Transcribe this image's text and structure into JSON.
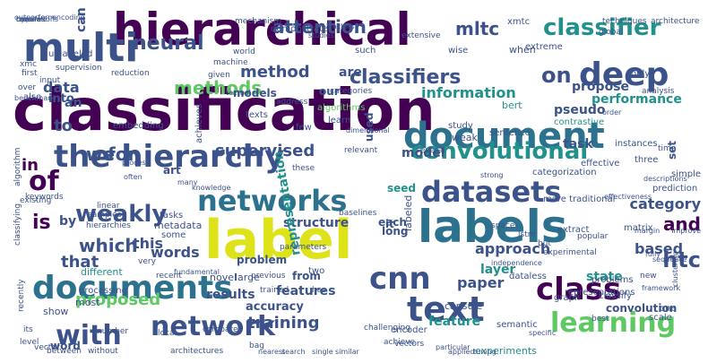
{
  "palette": {
    "dark_purple": "#440154",
    "indigo": "#3b528b",
    "teal": "#21918c",
    "green": "#5ec962",
    "yellow": "#c8e020",
    "light_gray": "#bfbfbf"
  },
  "words": [
    {
      "text": "classification",
      "c": "#440154",
      "s": 64
    },
    {
      "text": "label",
      "c": "#dde318",
      "s": 60
    },
    {
      "text": "hierarchical",
      "c": "#440154",
      "s": 50
    },
    {
      "text": "labels",
      "c": "#2c728e",
      "s": 50
    },
    {
      "text": "multi",
      "c": "#3b528b",
      "s": 44
    },
    {
      "text": "document",
      "c": "#2c728e",
      "s": 40
    },
    {
      "text": "documents",
      "c": "#2c728e",
      "s": 36
    },
    {
      "text": "text",
      "c": "#3b528b",
      "s": 38
    },
    {
      "text": "network",
      "c": "#3b528b",
      "s": 30
    },
    {
      "text": "with",
      "c": "#3b528b",
      "s": 30
    },
    {
      "text": "the hierarchy",
      "c": "#3b528b",
      "s": 34
    },
    {
      "text": "deep",
      "c": "#3b528b",
      "s": 36
    },
    {
      "text": "networks",
      "c": "#2c728e",
      "s": 32
    },
    {
      "text": "datasets",
      "c": "#3b528b",
      "s": 32
    },
    {
      "text": "class",
      "c": "#440154",
      "s": 34
    },
    {
      "text": "learning",
      "c": "#5ec962",
      "s": 30
    },
    {
      "text": "convolutional",
      "c": "#21918c",
      "s": 26
    },
    {
      "text": "classifier",
      "c": "#21918c",
      "s": 26
    },
    {
      "text": "cnn",
      "c": "#3b528b",
      "s": 34
    },
    {
      "text": "attention",
      "c": "#3b528b",
      "s": 20
    },
    {
      "text": "methods",
      "c": "#5ec962",
      "s": 20
    },
    {
      "text": "method",
      "c": "#3b528b",
      "s": 18
    },
    {
      "text": "classifiers",
      "c": "#3b528b",
      "s": 22
    },
    {
      "text": "neural",
      "c": "#3b528b",
      "s": 22
    },
    {
      "text": "weakly",
      "c": "#3b528b",
      "s": 26
    },
    {
      "text": "supervised",
      "c": "#3b528b",
      "s": 18
    },
    {
      "text": "for",
      "c": "#3b528b",
      "s": 20
    },
    {
      "text": "is",
      "c": "#440154",
      "s": 22
    },
    {
      "text": "of",
      "c": "#440154",
      "s": 30
    },
    {
      "text": "on",
      "c": "#3b528b",
      "s": 24
    },
    {
      "text": "mltc",
      "c": "#3b528b",
      "s": 20
    },
    {
      "text": "which",
      "c": "#3b528b",
      "s": 20
    },
    {
      "text": "that",
      "c": "#3b528b",
      "s": 18
    },
    {
      "text": "proposed",
      "c": "#5ec962",
      "s": 18
    },
    {
      "text": "training",
      "c": "#3b528b",
      "s": 18
    },
    {
      "text": "and",
      "c": "#440154",
      "s": 20
    },
    {
      "text": "htc",
      "c": "#3b528b",
      "s": 24
    },
    {
      "text": "category",
      "c": "#3b528b",
      "s": 16
    },
    {
      "text": "based",
      "c": "#3b528b",
      "s": 16
    },
    {
      "text": "approach",
      "c": "#3b528b",
      "s": 16
    },
    {
      "text": "paper",
      "c": "#3b528b",
      "s": 16
    },
    {
      "text": "data",
      "c": "#3b528b",
      "s": 16
    },
    {
      "text": "words",
      "c": "#3b528b",
      "s": 16
    },
    {
      "text": "structure",
      "c": "#3b528b",
      "s": 14
    },
    {
      "text": "features",
      "c": "#3b528b",
      "s": 14
    },
    {
      "text": "results",
      "c": "#3b528b",
      "s": 14
    },
    {
      "text": "information",
      "c": "#21918c",
      "s": 16
    },
    {
      "text": "performance",
      "c": "#21918c",
      "s": 14
    },
    {
      "text": "pseudo",
      "c": "#3b528b",
      "s": 14
    },
    {
      "text": "propose",
      "c": "#3b528b",
      "s": 14
    },
    {
      "text": "task",
      "c": "#3b528b",
      "s": 14
    },
    {
      "text": "state",
      "c": "#21918c",
      "s": 14
    },
    {
      "text": "feature",
      "c": "#21918c",
      "s": 14
    },
    {
      "text": "representation",
      "c": "#21918c",
      "s": 14
    },
    {
      "text": "accuracy",
      "c": "#3b528b",
      "s": 13
    },
    {
      "text": "problem",
      "c": "#3b528b",
      "s": 12
    },
    {
      "text": "model",
      "c": "#3b528b",
      "s": 14
    },
    {
      "text": "models",
      "c": "#3b528b",
      "s": 12
    },
    {
      "text": "we",
      "c": "#3b528b",
      "s": 20
    },
    {
      "text": "to",
      "c": "#3b528b",
      "s": 18
    },
    {
      "text": "in",
      "c": "#440154",
      "s": 18
    },
    {
      "text": "by",
      "c": "#3b528b",
      "s": 14
    },
    {
      "text": "our",
      "c": "#3b528b",
      "s": 12
    },
    {
      "text": "an",
      "c": "#3b528b",
      "s": 14
    },
    {
      "text": "can",
      "c": "#3b528b",
      "s": 14
    },
    {
      "text": "into",
      "c": "#3b528b",
      "s": 13
    },
    {
      "text": "this",
      "c": "#3b528b",
      "s": 16
    },
    {
      "text": "are",
      "c": "#3b528b",
      "s": 14
    },
    {
      "text": "word",
      "c": "#3b528b",
      "s": 12
    },
    {
      "text": "layer",
      "c": "#21918c",
      "s": 14
    },
    {
      "text": "set",
      "c": "#3b528b",
      "s": 12
    },
    {
      "text": "long",
      "c": "#3b528b",
      "s": 12
    },
    {
      "text": "each",
      "c": "#3b528b",
      "s": 12
    },
    {
      "text": "convolution",
      "c": "#3b528b",
      "s": 12
    },
    {
      "text": "experiments",
      "c": "#21918c",
      "s": 11
    },
    {
      "text": "capsule",
      "c": "#3b528b",
      "s": 11
    },
    {
      "text": "novel",
      "c": "#3b528b",
      "s": 11
    },
    {
      "text": "large",
      "c": "#3b528b",
      "s": 11
    },
    {
      "text": "different",
      "c": "#21918c",
      "s": 11
    },
    {
      "text": "art",
      "c": "#3b528b",
      "s": 12
    },
    {
      "text": "metadata",
      "c": "#3b528b",
      "s": 11
    },
    {
      "text": "processing",
      "c": "#3b528b",
      "s": 10
    },
    {
      "text": "most",
      "c": "#3b528b",
      "s": 11
    },
    {
      "text": "show",
      "c": "#3b528b",
      "s": 11
    },
    {
      "text": "some",
      "c": "#3b528b",
      "s": 10
    },
    {
      "text": "tasks",
      "c": "#3b528b",
      "s": 10
    },
    {
      "text": "two",
      "c": "#3b528b",
      "s": 10
    },
    {
      "text": "from",
      "c": "#3b528b",
      "s": 12
    },
    {
      "text": "used",
      "c": "#3b528b",
      "s": 12
    },
    {
      "text": "it",
      "c": "#3b528b",
      "s": 12
    },
    {
      "text": "seed",
      "c": "#21918c",
      "s": 12
    },
    {
      "text": "labeled",
      "c": "#3b528b",
      "s": 11
    },
    {
      "text": "weak",
      "c": "#3b528b",
      "s": 11
    },
    {
      "text": "bert",
      "c": "#21918c",
      "s": 11
    },
    {
      "text": "contrastive",
      "c": "#21918c",
      "s": 10
    },
    {
      "text": "instances",
      "c": "#3b528b",
      "s": 10
    },
    {
      "text": "extreme",
      "c": "#3b528b",
      "s": 10
    },
    {
      "text": "xmtc",
      "c": "#3b528b",
      "s": 10
    },
    {
      "text": "wise",
      "c": "#3b528b",
      "s": 10
    },
    {
      "text": "when",
      "c": "#3b528b",
      "s": 11
    },
    {
      "text": "such",
      "c": "#3b528b",
      "s": 10
    },
    {
      "text": "demonstrate",
      "c": "#3b528b",
      "s": 10
    },
    {
      "text": "mechanism",
      "c": "#3b528b",
      "s": 9
    },
    {
      "text": "extensive",
      "c": "#3b528b",
      "s": 9
    },
    {
      "text": "techniques",
      "c": "#3b528b",
      "s": 9
    },
    {
      "text": "global",
      "c": "#3b528b",
      "s": 9
    },
    {
      "text": "architecture",
      "c": "#3b528b",
      "s": 9
    },
    {
      "text": "only",
      "c": "#3b528b",
      "s": 10
    },
    {
      "text": "unlabeled",
      "c": "#3b528b",
      "s": 10
    },
    {
      "text": "supervision",
      "c": "#3b528b",
      "s": 9
    },
    {
      "text": "input",
      "c": "#3b528b",
      "s": 9
    },
    {
      "text": "xmc",
      "c": "#3b528b",
      "s": 9
    },
    {
      "text": "first",
      "c": "#3b528b",
      "s": 9
    },
    {
      "text": "over",
      "c": "#3b528b",
      "s": 9
    },
    {
      "text": "also",
      "c": "#3b528b",
      "s": 10
    },
    {
      "text": "embedding",
      "c": "#3b528b",
      "s": 10
    },
    {
      "text": "texts",
      "c": "#3b528b",
      "s": 10
    },
    {
      "text": "few",
      "c": "#3b528b",
      "s": 10
    },
    {
      "text": "learn",
      "c": "#3b528b",
      "s": 10
    },
    {
      "text": "study",
      "c": "#3b528b",
      "s": 10
    },
    {
      "text": "sentence",
      "c": "#3b528b",
      "s": 10
    },
    {
      "text": "algorithms",
      "c": "#5ec962",
      "s": 10
    },
    {
      "text": "achieves",
      "c": "#3b528b",
      "s": 10
    },
    {
      "text": "semantic",
      "c": "#3b528b",
      "s": 10
    },
    {
      "text": "graph",
      "c": "#3b528b",
      "s": 10
    },
    {
      "text": "dataless",
      "c": "#3b528b",
      "s": 10
    },
    {
      "text": "categorization",
      "c": "#3b528b",
      "s": 10
    },
    {
      "text": "more traditional",
      "c": "#3b528b",
      "s": 10
    },
    {
      "text": "effective",
      "c": "#3b528b",
      "s": 10
    },
    {
      "text": "three",
      "c": "#3b528b",
      "s": 10
    },
    {
      "text": "time",
      "c": "#3b528b",
      "s": 9
    },
    {
      "text": "simple",
      "c": "#3b528b",
      "s": 10
    },
    {
      "text": "prediction",
      "c": "#3b528b",
      "s": 10
    },
    {
      "text": "matrix",
      "c": "#3b528b",
      "s": 10
    },
    {
      "text": "extract",
      "c": "#3b528b",
      "s": 10
    },
    {
      "text": "representations",
      "c": "#3b528b",
      "s": 10
    },
    {
      "text": "problems",
      "c": "#3b528b",
      "s": 10
    },
    {
      "text": "classify",
      "c": "#3b528b",
      "s": 10
    },
    {
      "text": "scale",
      "c": "#3b528b",
      "s": 10
    },
    {
      "text": "one",
      "c": "#3b528b",
      "s": 10
    },
    {
      "text": "encoder",
      "c": "#3b528b",
      "s": 10
    },
    {
      "text": "vectors",
      "c": "#3b528b",
      "s": 9
    },
    {
      "text": "achieve",
      "c": "#3b528b",
      "s": 9
    },
    {
      "text": "challenging",
      "c": "#3b528b",
      "s": 9
    },
    {
      "text": "compared",
      "c": "#3b528b",
      "s": 9
    },
    {
      "text": "local",
      "c": "#3b528b",
      "s": 9
    },
    {
      "text": "its",
      "c": "#3b528b",
      "s": 9
    },
    {
      "text": "level",
      "c": "#3b528b",
      "s": 9
    },
    {
      "text": "vector",
      "c": "#3b528b",
      "s": 9
    },
    {
      "text": "between",
      "c": "#3b528b",
      "s": 9
    },
    {
      "text": "without",
      "c": "#3b528b",
      "s": 9
    },
    {
      "text": "architectures",
      "c": "#3b528b",
      "s": 9
    },
    {
      "text": "bag",
      "c": "#3b528b",
      "s": 9
    },
    {
      "text": "recently",
      "c": "#3b528b",
      "s": 9
    },
    {
      "text": "linear",
      "c": "#3b528b",
      "s": 9
    },
    {
      "text": "samples",
      "c": "#3b528b",
      "s": 9
    },
    {
      "text": "hierarchies",
      "c": "#3b528b",
      "s": 9
    },
    {
      "text": "keywords",
      "c": "#3b528b",
      "s": 9
    },
    {
      "text": "existing",
      "c": "#3b528b",
      "s": 9
    },
    {
      "text": "algorithm",
      "c": "#3b528b",
      "s": 9
    },
    {
      "text": "classifying",
      "c": "#3b528b",
      "s": 9
    },
    {
      "text": "number",
      "c": "#3b528b",
      "s": 9
    },
    {
      "text": "trained",
      "c": "#3b528b",
      "s": 9
    },
    {
      "text": "previous",
      "c": "#3b528b",
      "s": 9
    },
    {
      "text": "parameters",
      "c": "#3b528b",
      "s": 9
    },
    {
      "text": "experimental",
      "c": "#3b528b",
      "s": 9
    },
    {
      "text": "popular",
      "c": "#3b528b",
      "s": 9
    },
    {
      "text": "space",
      "c": "#3b528b",
      "s": 9
    },
    {
      "text": "relevant",
      "c": "#3b528b",
      "s": 9
    },
    {
      "text": "several",
      "c": "#3b528b",
      "s": 9
    },
    {
      "text": "these",
      "c": "#3b528b",
      "s": 9
    },
    {
      "text": "given",
      "c": "#3b528b",
      "s": 9
    },
    {
      "text": "machine",
      "c": "#3b528b",
      "s": 9
    },
    {
      "text": "world",
      "c": "#3b528b",
      "s": 9
    },
    {
      "text": "categories",
      "c": "#3b528b",
      "s": 9
    },
    {
      "text": "address",
      "c": "#3b528b",
      "s": 9
    },
    {
      "text": "reduction",
      "c": "#3b528b",
      "s": 9
    },
    {
      "text": "encoding",
      "c": "#3b528b",
      "s": 8
    },
    {
      "text": "outperform",
      "c": "#3b528b",
      "s": 8
    },
    {
      "text": "benchmark",
      "c": "#3b528b",
      "s": 8
    },
    {
      "text": "strong",
      "c": "#3b528b",
      "s": 8
    },
    {
      "text": "order",
      "c": "#3b528b",
      "s": 8
    },
    {
      "text": "analysis",
      "c": "#3b528b",
      "s": 9
    },
    {
      "text": "effectiveness",
      "c": "#3b528b",
      "s": 8
    },
    {
      "text": "descriptions",
      "c": "#3b528b",
      "s": 8
    },
    {
      "text": "margin",
      "c": "#3b528b",
      "s": 8
    },
    {
      "text": "improve",
      "c": "#3b528b",
      "s": 8
    },
    {
      "text": "sequence",
      "c": "#3b528b",
      "s": 8
    },
    {
      "text": "fully",
      "c": "#3b528b",
      "s": 8
    },
    {
      "text": "framework",
      "c": "#3b528b",
      "s": 8
    },
    {
      "text": "often",
      "c": "#3b528b",
      "s": 8
    },
    {
      "text": "many",
      "c": "#3b528b",
      "s": 8
    },
    {
      "text": "knowledge",
      "c": "#3b528b",
      "s": 8
    },
    {
      "text": "dimensional",
      "c": "#3b528b",
      "s": 8
    },
    {
      "text": "studies",
      "c": "#3b528b",
      "s": 8
    },
    {
      "text": "process",
      "c": "#3b528b",
      "s": 8
    },
    {
      "text": "applied",
      "c": "#3b528b",
      "s": 8
    },
    {
      "text": "particular",
      "c": "#3b528b",
      "s": 8
    },
    {
      "text": "tuning",
      "c": "#3b528b",
      "s": 8
    },
    {
      "text": "nearest",
      "c": "#3b528b",
      "s": 8
    },
    {
      "text": "search",
      "c": "#3b528b",
      "s": 8
    },
    {
      "text": "single",
      "c": "#3b528b",
      "s": 8
    },
    {
      "text": "similar",
      "c": "#3b528b",
      "s": 8
    },
    {
      "text": "fundamental",
      "c": "#3b528b",
      "s": 8
    },
    {
      "text": "factors",
      "c": "#3b528b",
      "s": 8
    },
    {
      "text": "independence",
      "c": "#3b528b",
      "s": 8
    },
    {
      "text": "very",
      "c": "#3b528b",
      "s": 9
    },
    {
      "text": "recent",
      "c": "#3b528b",
      "s": 9
    },
    {
      "text": "lstm",
      "c": "#3b528b",
      "s": 9
    },
    {
      "text": "but",
      "c": "#3b528b",
      "s": 9
    },
    {
      "text": "has",
      "c": "#3b528b",
      "s": 9
    },
    {
      "text": "new",
      "c": "#3b528b",
      "s": 9
    },
    {
      "text": "best",
      "c": "#3b528b",
      "s": 9
    },
    {
      "text": "baselines",
      "c": "#3b528b",
      "s": 9
    },
    {
      "text": "clustering",
      "c": "#3b528b",
      "s": 8
    },
    {
      "text": "textual",
      "c": "#3b528b",
      "s": 8
    },
    {
      "text": "specific",
      "c": "#3b528b",
      "s": 8
    },
    {
      "text": "requires",
      "c": "#3b528b",
      "s": 8
    },
    {
      "text": "correlations",
      "c": "#3b528b",
      "s": 8
    },
    {
      "text": "dynamic",
      "c": "#3b528b",
      "s": 8
    },
    {
      "text": "tree",
      "c": "#3b528b",
      "s": 8
    }
  ]
}
